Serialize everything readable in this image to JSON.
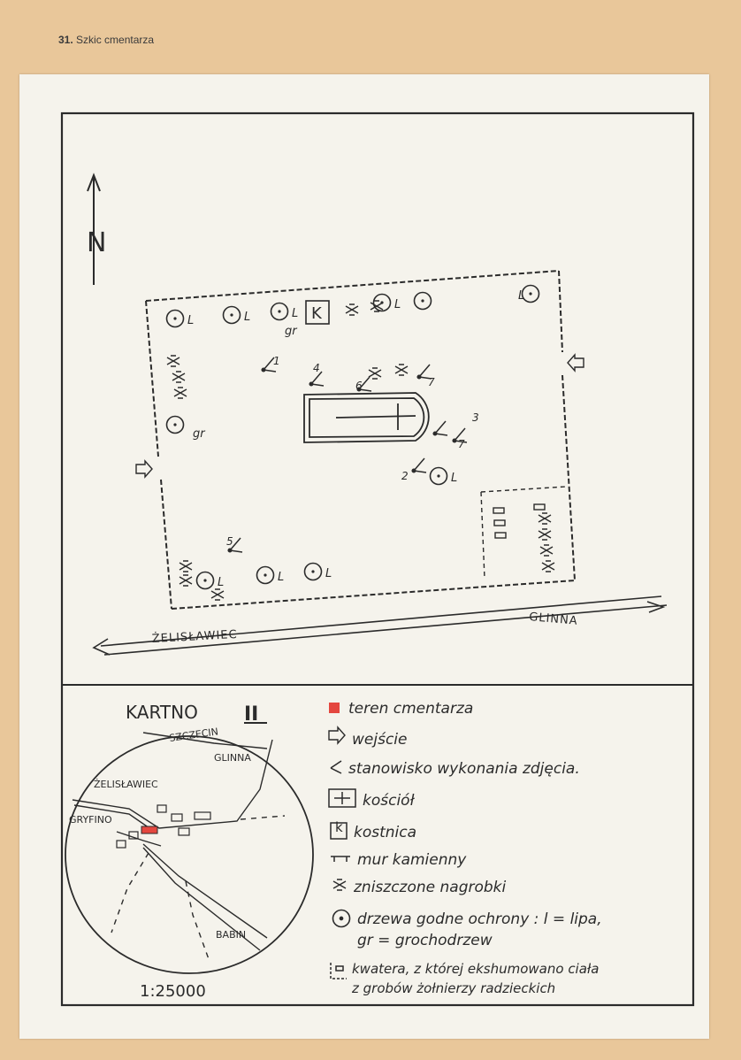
{
  "header": {
    "number": "31.",
    "title": "Szkic cmentarza"
  },
  "map": {
    "north": "N",
    "road_right": "GLINNA",
    "road_left": "ŻELISŁAWIEC",
    "kostnica_letter": "K",
    "tree_lipa": "L",
    "tree_grochodrzew": "gr",
    "photo_points": [
      "1",
      "2",
      "3",
      "4",
      "5",
      "6",
      "7",
      "7"
    ]
  },
  "locator": {
    "title": "KARTNO",
    "roman": "II",
    "scale": "1:25000",
    "places": {
      "szczecin": "SZCZECIN",
      "glinna": "GLINNA",
      "zelislawiec": "ŻELISŁAWIEC",
      "gryfino": "GRYFINO",
      "babin": "BABIN"
    }
  },
  "legend": {
    "items": [
      {
        "text": "teren cmentarza"
      },
      {
        "text": "wejście"
      },
      {
        "text": "stanowisko wykonania zdjęcia."
      },
      {
        "text": "kościół"
      },
      {
        "text": "kostnica"
      },
      {
        "text": "mur kamienny"
      },
      {
        "text": "zniszczone nagrobki"
      },
      {
        "text": "drzewa godne ochrony : l = lipa,"
      },
      {
        "text": "gr = grochodrzew"
      },
      {
        "text": "kwatera, z której ekshumowano ciała"
      },
      {
        "text": "z grobów żołnierzy radzieckich"
      }
    ],
    "fill_color": "#e4473f"
  },
  "colors": {
    "ink": "#2b2b2b",
    "paper": "#f5f3ec",
    "page": "#e9c79a"
  }
}
